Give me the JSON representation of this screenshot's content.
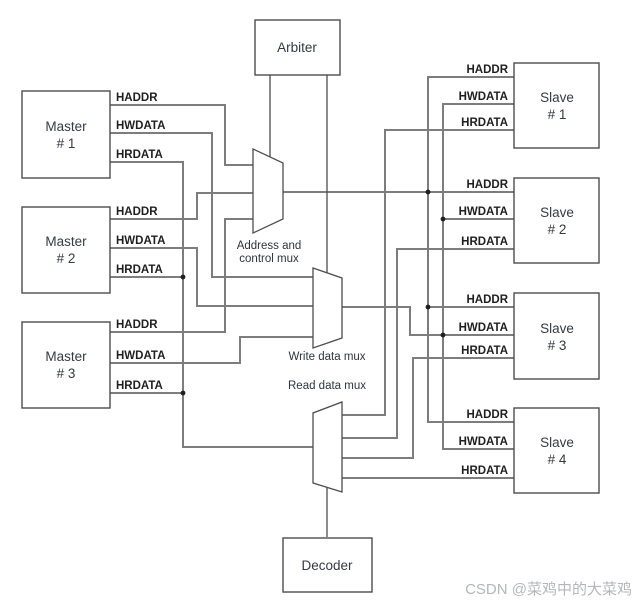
{
  "nodes": {
    "arbiter": {
      "label": "Arbiter"
    },
    "decoder": {
      "label": "Decoder"
    },
    "masters": [
      {
        "title": "Master",
        "num": "# 1"
      },
      {
        "title": "Master",
        "num": "# 2"
      },
      {
        "title": "Master",
        "num": "# 3"
      }
    ],
    "slaves": [
      {
        "title": "Slave",
        "num": "# 1"
      },
      {
        "title": "Slave",
        "num": "# 2"
      },
      {
        "title": "Slave",
        "num": "# 3"
      },
      {
        "title": "Slave",
        "num": "# 4"
      }
    ]
  },
  "muxes": {
    "address_line1": "Address and",
    "address_line2": "control mux",
    "write": "Write data mux",
    "read": "Read data mux"
  },
  "signals": {
    "haddr": "HADDR",
    "hwdata": "HWDATA",
    "hrdata": "HRDATA"
  },
  "watermark": "CSDN @菜鸡中的大菜鸡",
  "colors": {
    "wire": "#7d7d7d",
    "outline": "#4d4d4d",
    "junction": "#1f1f1f",
    "node_text": "#343a46",
    "signal_text": "#1f1f1f",
    "watermark_text": "#b3b6bb",
    "background": "#ffffff"
  }
}
